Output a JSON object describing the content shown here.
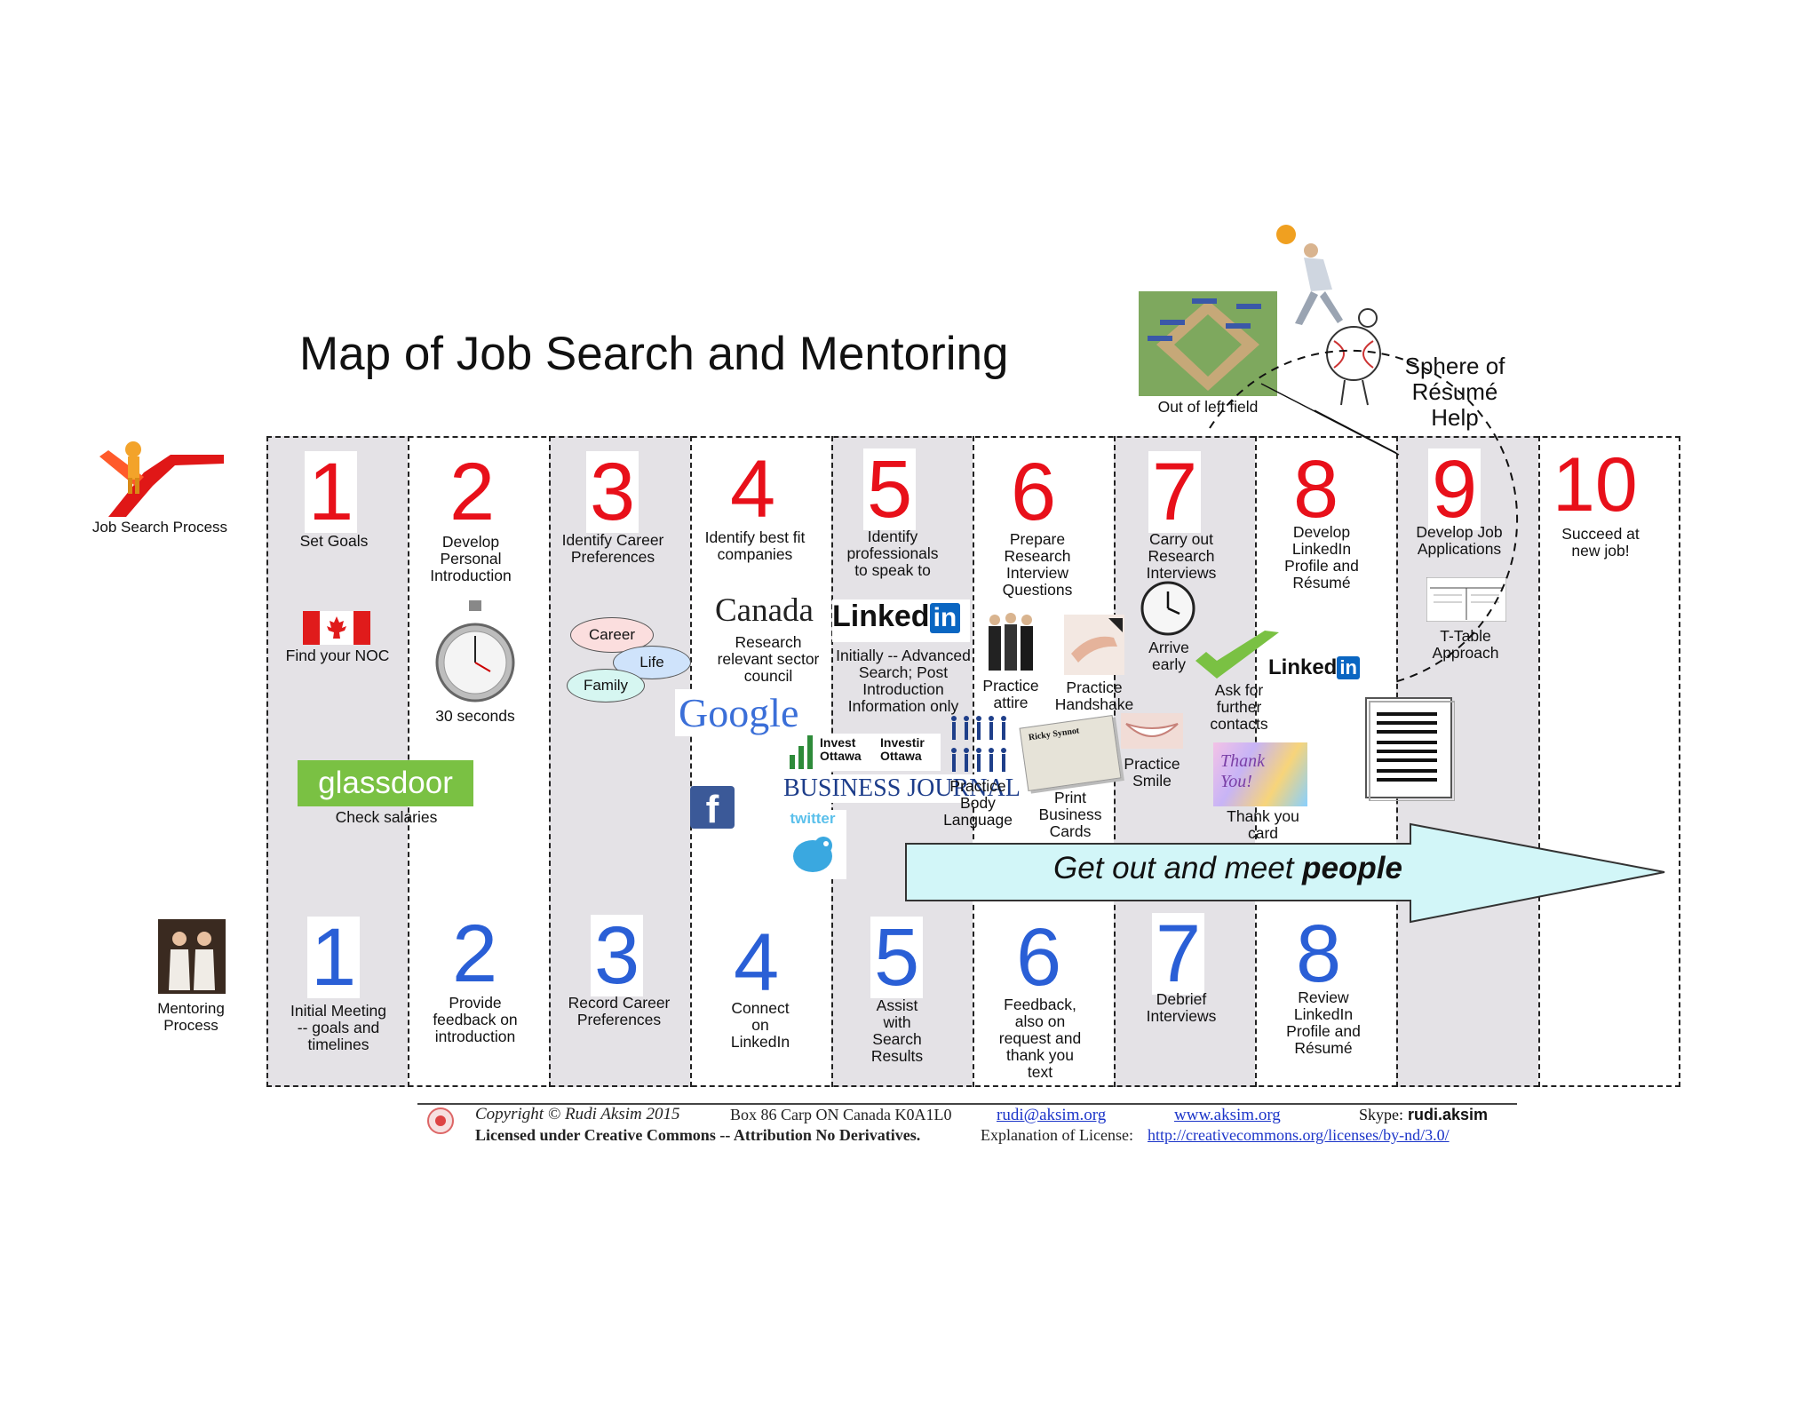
{
  "title": "Map of Job Search and Mentoring",
  "sides": {
    "job_search": "Job Search Process",
    "mentoring": "Mentoring Process"
  },
  "search_steps": [
    {
      "n": "1",
      "label": "Set Goals"
    },
    {
      "n": "2",
      "label": "Develop Personal Introduction"
    },
    {
      "n": "3",
      "label": "Identify Career Preferences"
    },
    {
      "n": "4",
      "label": "Identify best fit companies"
    },
    {
      "n": "5",
      "label": "Identify professionals to speak to"
    },
    {
      "n": "6",
      "label": "Prepare Research Interview Questions"
    },
    {
      "n": "7",
      "label": "Carry out Research Interviews"
    },
    {
      "n": "8",
      "label": "Develop LinkedIn Profile and Résumé"
    },
    {
      "n": "9",
      "label": "Develop Job Applications"
    },
    {
      "n": "10",
      "label": "Succeed at new job!"
    }
  ],
  "mentor_steps": [
    {
      "n": "1",
      "label": "Initial Meeting -- goals and timelines"
    },
    {
      "n": "2",
      "label": "Provide feedback on introduction"
    },
    {
      "n": "3",
      "label": "Record Career Preferences"
    },
    {
      "n": "4",
      "label": "Connect on LinkedIn"
    },
    {
      "n": "5",
      "label": "Assist with Search Results"
    },
    {
      "n": "6",
      "label": "Feedback, also on request and thank you text"
    },
    {
      "n": "7",
      "label": "Debrief Interviews"
    },
    {
      "n": "8",
      "label": "Review LinkedIn Profile and Résumé"
    }
  ],
  "items": {
    "noc": "Find your NOC",
    "glassdoor_logo": "glassdoor",
    "salaries": "Check salaries",
    "thirty": "30 seconds",
    "career": "Career",
    "life": "Life",
    "family": "Family",
    "canada": "Canada",
    "research_council": "Research relevant sector council",
    "google": "Google",
    "invest_a": "Invest Ottawa",
    "invest_b": "Investir Ottawa",
    "business_journal": "BUSINESS JOURNAL",
    "twitter": "twitter",
    "linkedin_note": "Initially -- Advanced Search; Post Introduction Information only",
    "attire": "Practice attire",
    "handshake": "Practice Handshake",
    "body_language": "Practice Body Language",
    "business_cards": "Print Business Cards",
    "card_name": "Ricky Synnot",
    "arrive": "Arrive early",
    "smile": "Practice Smile",
    "ask": "Ask for further contacts",
    "thankyou_art": "Thank You!",
    "thankyou": "Thank you card",
    "ttable": "T-Table Approach",
    "left_field": "Out of left field",
    "sphere": "Sphere of Résumé Help"
  },
  "arrow_text": {
    "plain": "Get out and meet ",
    "bold": "people"
  },
  "footer": {
    "copyright": "Copyright © Rudi Aksim 2015",
    "address": "Box 86 Carp ON Canada K0A1L0",
    "email": "rudi@aksim.org",
    "web": "www.aksim.org",
    "skype_label": "Skype:",
    "skype": "rudi.aksim",
    "license": "Licensed under Creative Commons -- Attribution No Derivatives.",
    "explain": "Explanation of License:",
    "license_url": "http://creativecommons.org/licenses/by-nd/3.0/"
  },
  "colors": {
    "red": "#e8101a",
    "blue": "#2a5fd6",
    "arrow": "#d2f6f8",
    "shade": "#e4e2e6",
    "linkedin": "#0a66c2"
  }
}
